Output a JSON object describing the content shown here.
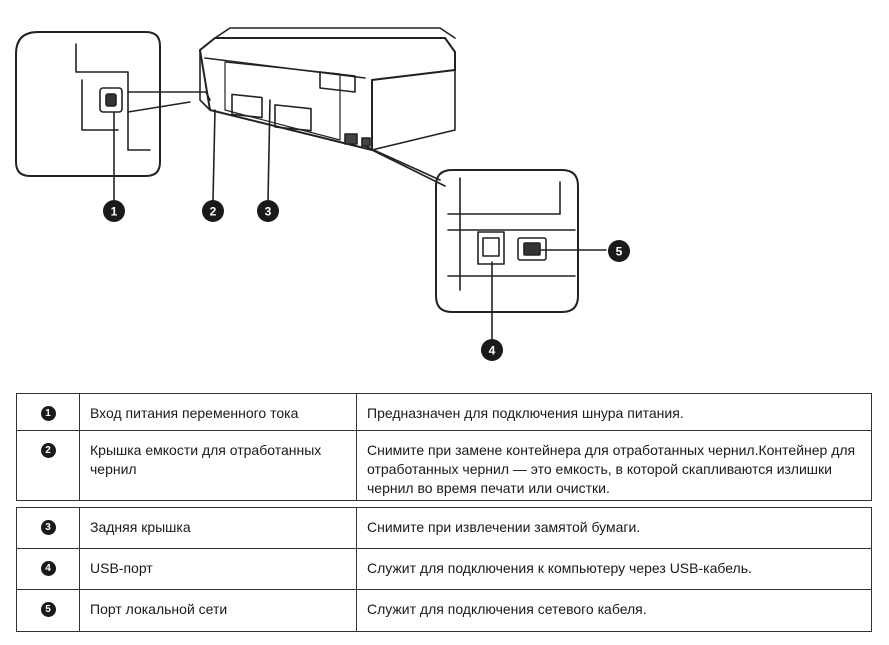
{
  "callouts": [
    "1",
    "2",
    "3",
    "4",
    "5"
  ],
  "table": {
    "rows": [
      {
        "num": "1",
        "name": "Вход питания переменного тока",
        "desc": "Предназначен для подключения шнура питания."
      },
      {
        "num": "2",
        "name": "Крышка емкости для отработанных чернил",
        "desc": "Снимите при замене контейнера для отработанных чернил.Контейнер для отработанных чернил — это емкость, в которой скапливаются излишки чернил во время печати или очистки."
      },
      {
        "num": "3",
        "name": "Задняя крышка",
        "desc": "Снимите при извлечении замятой бумаги."
      },
      {
        "num": "4",
        "name": "USB-порт",
        "desc": "Служит для подключения к компьютеру через USB-кабель."
      },
      {
        "num": "5",
        "name": "Порт локальной сети",
        "desc": "Служит для подключения сетевого кабеля."
      }
    ]
  }
}
